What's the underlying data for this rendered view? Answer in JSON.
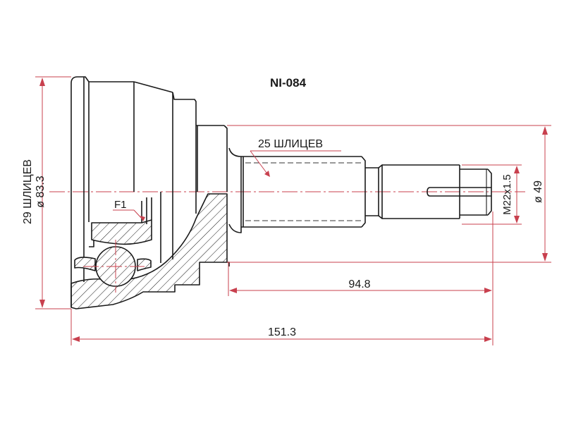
{
  "drawing": {
    "part_number": "NI-084",
    "colors": {
      "outline": "#1a1a1a",
      "dimension": "#c8404e",
      "background": "#ffffff"
    },
    "labels": {
      "outer_splines": "29 ШЛИЦЕВ",
      "outer_diameter": "ø 83.3",
      "shaft_splines": "25 ШЛИЦЕВ",
      "feature_f1": "F1",
      "thread": "M22x1.5",
      "shaft_diameter": "ø 49",
      "shaft_length": "94.8",
      "total_length": "151.3"
    }
  }
}
